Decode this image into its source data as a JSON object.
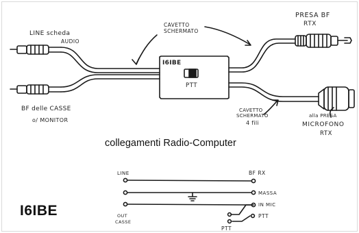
{
  "labels": {
    "presa_bf": "PRESA BF",
    "rtx_top": "RTX",
    "cavetto_top_1": "CAVETTO",
    "cavetto_top_2": "SCHERMATO",
    "line_scheda": "LINE scheda",
    "audio": "AUDIO",
    "box_name": "I6IBE",
    "ptt_box": "PTT",
    "bf_casse": "BF delle CASSE",
    "monitor": "o/ MONITOR",
    "cavetto_low_1": "CAVETTO",
    "cavetto_low_2": "SCHERMATO",
    "cavetto_low_3": "4 fili",
    "alla_presa": "alla PRESA",
    "microfono": "MICROFONO",
    "rtx_right": "RTX"
  },
  "caption": "collegamenti Radio-Computer",
  "callsign": "I6IBE",
  "wiring": {
    "line_label": "LINE",
    "bf_rx": "BF RX",
    "massa": "MASSA",
    "in_mic": "IN MIC",
    "out_1": "OUT",
    "out_2": "CASSE",
    "ptt_right": "PTT",
    "ptt_bottom": "PTT"
  }
}
